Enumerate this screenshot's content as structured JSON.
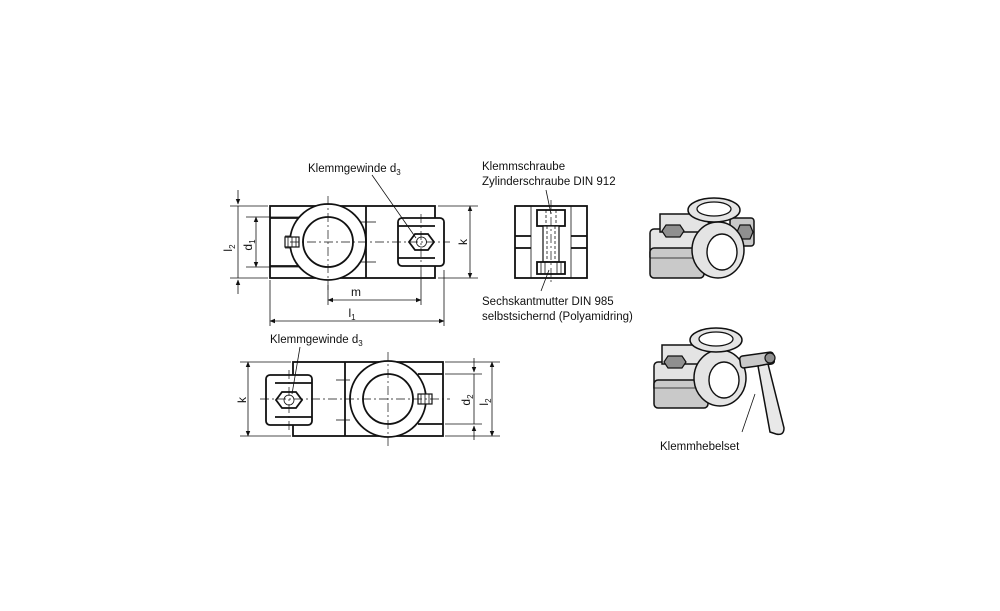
{
  "labels": {
    "klemmgewinde_top": {
      "text": "Klemmgewinde d",
      "sub": "3"
    },
    "klemmgewinde_bottom": {
      "text": "Klemmgewinde d",
      "sub": "3"
    },
    "klemmschraube": "Klemmschraube",
    "zylinderschraube": "Zylinderschraube DIN 912",
    "sechskantmutter": "Sechskantmutter DIN 985",
    "selbstsichernd": "selbstsichernd (Polyamidring)",
    "klemmhebelset": "Klemmhebelset"
  },
  "dimensions": {
    "l2_top": {
      "base": "l",
      "sub": "2"
    },
    "d1": {
      "base": "d",
      "sub": "1"
    },
    "k_top": "k",
    "m": "m",
    "l1": {
      "base": "l",
      "sub": "1"
    },
    "k_bottom": "k",
    "d2": {
      "base": "d",
      "sub": "2"
    },
    "l2_bottom": {
      "base": "l",
      "sub": "2"
    }
  }
}
